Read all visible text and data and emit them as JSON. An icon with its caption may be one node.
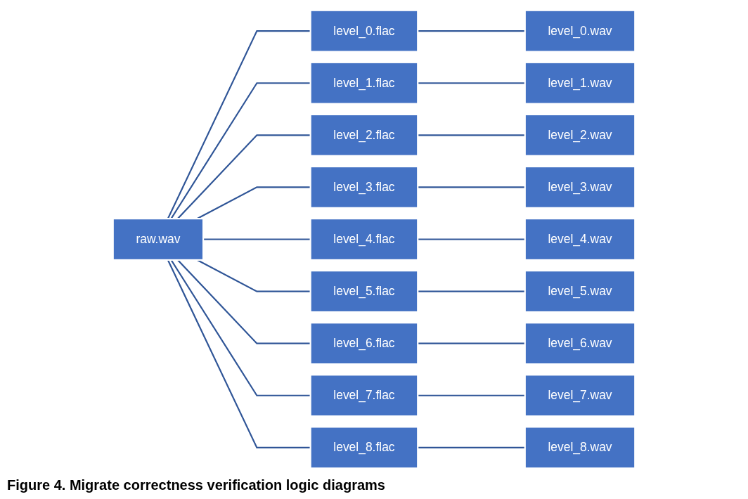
{
  "diagram": {
    "caption": "Figure 4. Migrate correctness verification logic diagrams",
    "nodes": [
      {
        "text": [
          "raw.wav"
        ]
      },
      {
        "text": [
          "level_0.flac"
        ]
      },
      {
        "text": [
          "level_1.flac"
        ]
      },
      {
        "text": [
          "level_2.flac"
        ]
      },
      {
        "text": [
          "level_3.flac"
        ]
      },
      {
        "text": [
          "level_4.flac"
        ]
      },
      {
        "text": [
          "level_5.flac"
        ]
      },
      {
        "text": [
          "level_6.flac"
        ]
      },
      {
        "text": [
          "level_7.flac"
        ]
      },
      {
        "text": [
          "level_8.flac"
        ]
      },
      {
        "text": [
          "level_0.wav"
        ]
      },
      {
        "text": [
          "level_1.wav"
        ]
      },
      {
        "text": [
          "level_2.wav"
        ]
      },
      {
        "text": [
          "level_3.wav"
        ]
      },
      {
        "text": [
          "level_4.wav"
        ]
      },
      {
        "text": [
          "level_5.wav"
        ]
      },
      {
        "text": [
          "level_6.wav"
        ]
      },
      {
        "text": [
          "level_7.wav"
        ]
      },
      {
        "text": [
          "level_8.wav"
        ]
      }
    ],
    "edges": [
      {
        "from": 0,
        "to": 1,
        "arrow": "none"
      },
      {
        "from": 0,
        "to": 2,
        "arrow": "none"
      },
      {
        "from": 0,
        "to": 3,
        "arrow": "none"
      },
      {
        "from": 0,
        "to": 4,
        "arrow": "none"
      },
      {
        "from": 0,
        "to": 5,
        "arrow": "none"
      },
      {
        "from": 0,
        "to": 6,
        "arrow": "none"
      },
      {
        "from": 0,
        "to": 7,
        "arrow": "none"
      },
      {
        "from": 0,
        "to": 8,
        "arrow": "none"
      },
      {
        "from": 0,
        "to": 9,
        "arrow": "none"
      },
      {
        "from": 1,
        "to": 10,
        "arrow": "none"
      },
      {
        "from": 2,
        "to": 11,
        "arrow": "none"
      },
      {
        "from": 3,
        "to": 12,
        "arrow": "none"
      },
      {
        "from": 4,
        "to": 13,
        "arrow": "none"
      },
      {
        "from": 5,
        "to": 14,
        "arrow": "none"
      },
      {
        "from": 6,
        "to": 15,
        "arrow": "none"
      },
      {
        "from": 7,
        "to": 16,
        "arrow": "none"
      },
      {
        "from": 8,
        "to": 17,
        "arrow": "none"
      },
      {
        "from": 9,
        "to": 18,
        "arrow": "none"
      }
    ]
  }
}
